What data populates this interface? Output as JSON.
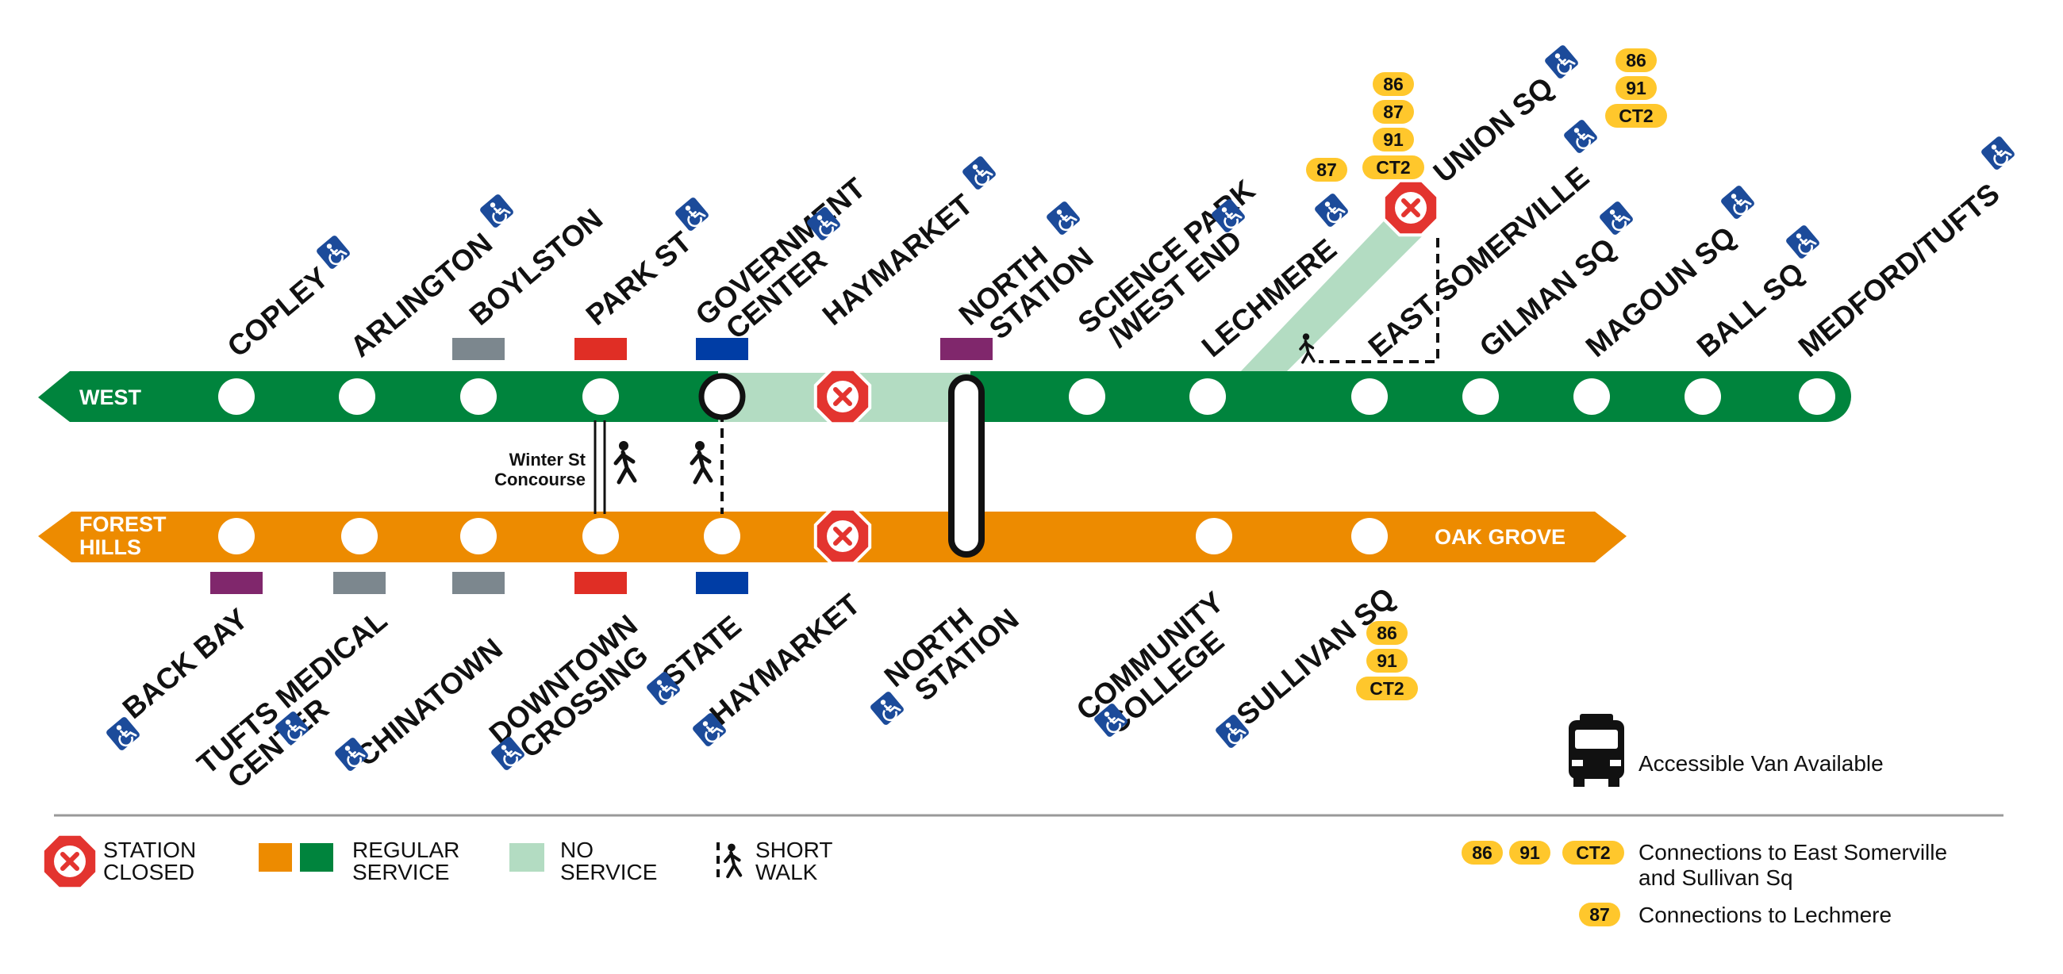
{
  "colors": {
    "green_line": "#00843d",
    "orange_line": "#ed8b00",
    "no_service": "#b3dcc2",
    "closed": "#e3342f",
    "bus": "#ffc72c",
    "accessible_blue": "#1c4b9a",
    "red_line": "#e02e25",
    "blue_line": "#003da5",
    "silver_line": "#7c878e",
    "purple_line": "#80276c"
  },
  "lines": {
    "green": {
      "west_label": "WEST"
    },
    "orange": {
      "south_label_1": "FOREST",
      "south_label_2": "HILLS",
      "north_label": "OAK GROVE"
    }
  },
  "green_stations": [
    {
      "id": "copley",
      "lines": [
        "COPLEY"
      ],
      "accessible": true,
      "connector": null
    },
    {
      "id": "arlington",
      "lines": [
        "ARLINGTON"
      ],
      "accessible": true,
      "connector": null
    },
    {
      "id": "boylston",
      "lines": [
        "BOYLSTON"
      ],
      "accessible": false,
      "connector": "silver_line"
    },
    {
      "id": "park-st",
      "lines": [
        "PARK ST"
      ],
      "accessible": true,
      "connector": "red_line"
    },
    {
      "id": "government-center",
      "lines": [
        "GOVERNMENT",
        "CENTER"
      ],
      "accessible": true,
      "connector": "blue_line"
    },
    {
      "id": "haymarket-green",
      "lines": [
        "HAYMARKET"
      ],
      "accessible": true,
      "connector": null,
      "closed": true
    },
    {
      "id": "north-station-green",
      "lines": [
        "NORTH",
        "STATION"
      ],
      "accessible": true,
      "connector": "purple_line"
    },
    {
      "id": "science-park",
      "lines": [
        "SCIENCE PARK",
        "/WEST END"
      ],
      "accessible": true,
      "connector": null
    },
    {
      "id": "lechmere",
      "lines": [
        "LECHMERE"
      ],
      "accessible": true,
      "connector": null
    },
    {
      "id": "union-sq",
      "lines": [
        "UNION SQ"
      ],
      "accessible": true,
      "connector": null,
      "closed": true
    },
    {
      "id": "east-somerville",
      "lines": [
        "EAST SOMERVILLE"
      ],
      "accessible": true,
      "connector": null
    },
    {
      "id": "gilman-sq",
      "lines": [
        "GILMAN SQ"
      ],
      "accessible": true,
      "connector": null
    },
    {
      "id": "magoun-sq",
      "lines": [
        "MAGOUN SQ"
      ],
      "accessible": true,
      "connector": null
    },
    {
      "id": "ball-sq",
      "lines": [
        "BALL SQ"
      ],
      "accessible": true,
      "connector": null
    },
    {
      "id": "medford-tufts",
      "lines": [
        "MEDFORD/TUFTS"
      ],
      "accessible": true,
      "connector": null
    }
  ],
  "orange_stations": [
    {
      "id": "back-bay",
      "lines": [
        "BACK BAY"
      ],
      "accessible": true,
      "connector": "purple_line"
    },
    {
      "id": "tufts-medical-center",
      "lines": [
        "TUFTS MEDICAL",
        "CENTER"
      ],
      "accessible": true,
      "connector": "silver_line"
    },
    {
      "id": "chinatown",
      "lines": [
        "CHINATOWN"
      ],
      "accessible": true,
      "connector": "silver_line"
    },
    {
      "id": "downtown-crossing",
      "lines": [
        "DOWNTOWN",
        "CROSSING"
      ],
      "accessible": true,
      "connector": "red_line"
    },
    {
      "id": "state",
      "lines": [
        "STATE"
      ],
      "accessible": true,
      "connector": "blue_line"
    },
    {
      "id": "haymarket-orange",
      "lines": [
        "HAYMARKET"
      ],
      "accessible": true,
      "connector": null,
      "closed": true
    },
    {
      "id": "north-station-orange",
      "lines": [
        "NORTH",
        "STATION"
      ],
      "accessible": true,
      "connector": null
    },
    {
      "id": "community-college",
      "lines": [
        "COMMUNITY",
        "COLLEGE"
      ],
      "accessible": true,
      "connector": null
    },
    {
      "id": "sullivan-sq",
      "lines": [
        "SULLIVAN SQ"
      ],
      "accessible": true,
      "connector": null
    }
  ],
  "concourse": {
    "line1": "Winter St",
    "line2": "Concourse"
  },
  "bus_groups": {
    "union_sq": [
      "86",
      "87",
      "91",
      "CT2"
    ],
    "lechmere": [
      "87"
    ],
    "east_somerville": [
      "86",
      "91",
      "CT2"
    ],
    "sullivan_sq": [
      "86",
      "91",
      "CT2"
    ]
  },
  "van_note": "Accessible Van Available",
  "legend": {
    "station_closed": [
      "STATION",
      "CLOSED"
    ],
    "regular_service": [
      "REGULAR",
      "SERVICE"
    ],
    "no_service": [
      "NO",
      "SERVICE"
    ],
    "short_walk": [
      "SHORT",
      "WALK"
    ],
    "connections_a_buses": [
      "86",
      "91",
      "CT2"
    ],
    "connections_a": [
      "Connections to East Somerville",
      "and Sullivan Sq"
    ],
    "connections_b_buses": [
      "87"
    ],
    "connections_b": "Connections to Lechmere"
  }
}
